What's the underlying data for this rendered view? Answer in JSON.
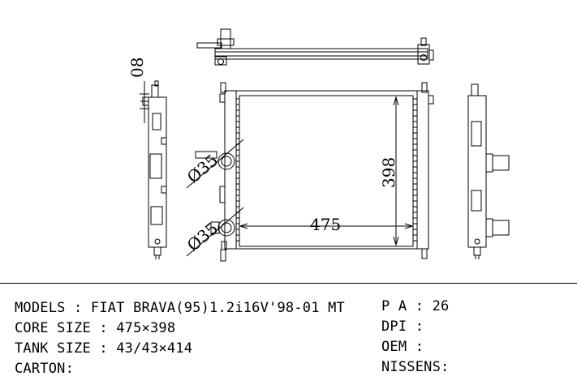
{
  "dimensions": {
    "top_label": "08",
    "diameter_upper": "Ø35",
    "diameter_lower": "Ø35",
    "height": "398",
    "width": "475"
  },
  "specs_left": [
    {
      "label": "MODELS : ",
      "value": "FIAT BRAVA(95)1.2i16V'98-01 MT"
    },
    {
      "label": "CORE SIZE : ",
      "value": "475×398"
    },
    {
      "label": "TANK SIZE : ",
      "value": "43/43×414"
    },
    {
      "label": "CARTON:",
      "value": ""
    }
  ],
  "specs_right": [
    {
      "label": "P A : ",
      "value": "26"
    },
    {
      "label": "DPI : ",
      "value": ""
    },
    {
      "label": "OEM : ",
      "value": ""
    },
    {
      "label": "NISSENS:",
      "value": ""
    }
  ]
}
